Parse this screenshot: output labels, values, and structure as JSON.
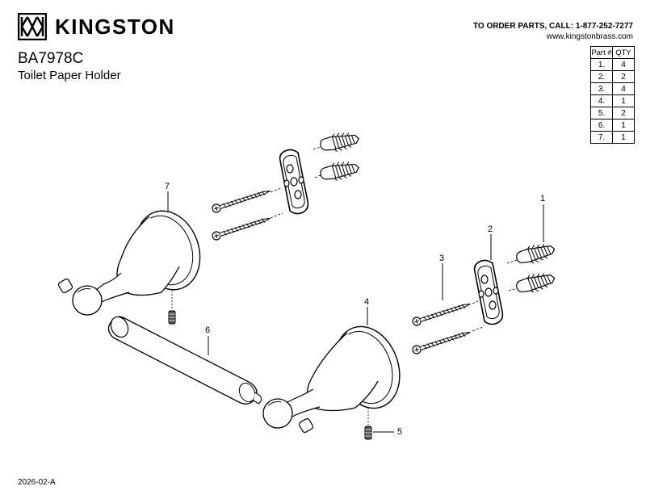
{
  "header": {
    "brand": "KINGSTON",
    "order_line": "TO ORDER PARTS, CALL: 1-877-252-7277",
    "website": "www.kingstonbrass.com"
  },
  "product": {
    "model": "BA7978C",
    "name": "Toilet Paper Holder"
  },
  "parts_table": {
    "headers": [
      "Part #",
      "QTY"
    ],
    "rows": [
      {
        "part": "1.",
        "qty": "4"
      },
      {
        "part": "2.",
        "qty": "2"
      },
      {
        "part": "3.",
        "qty": "4"
      },
      {
        "part": "4.",
        "qty": "1"
      },
      {
        "part": "5.",
        "qty": "2"
      },
      {
        "part": "6.",
        "qty": "1"
      },
      {
        "part": "7.",
        "qty": "1"
      }
    ]
  },
  "callouts": [
    "1",
    "2",
    "3",
    "4",
    "5",
    "6",
    "7"
  ],
  "footer": {
    "revision": "2026-02-A"
  }
}
